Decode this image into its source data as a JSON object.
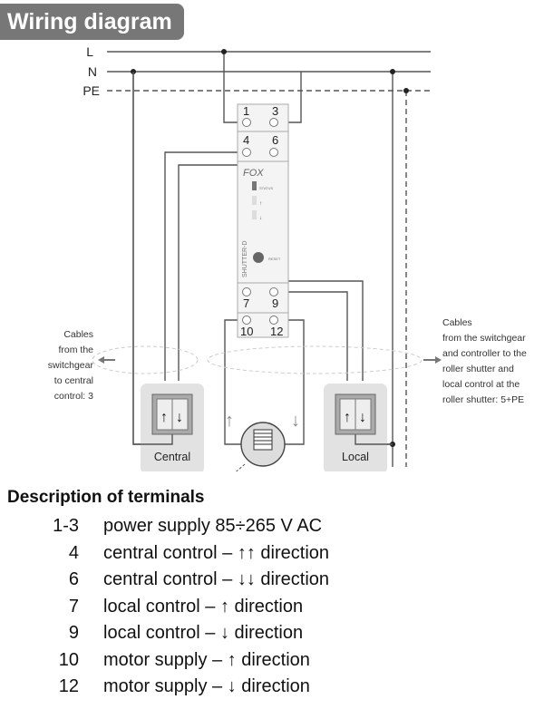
{
  "title": "Wiring diagram",
  "lines": {
    "L": "L",
    "N": "N",
    "PE": "PE"
  },
  "device": {
    "brand": "FOX",
    "model": "SHUTTER-D",
    "status": "STATUS",
    "reset": "RESET",
    "up_led": "↑",
    "down_led": "↓"
  },
  "terminals": [
    "1",
    "3",
    "4",
    "6",
    "7",
    "9",
    "10",
    "12"
  ],
  "left_note": [
    "Cables",
    "from the",
    "switchgear",
    "to central",
    "control: 3"
  ],
  "right_note": [
    "Cables",
    "from the switchgear",
    "and controller to the",
    "roller shutter and",
    "local control at the",
    "roller shutter: 5+PE"
  ],
  "central_label": "Central",
  "local_label": "Local",
  "description": {
    "heading": "Description of terminals",
    "rows": [
      {
        "num": "1-3",
        "text": "power supply 85÷265 V AC"
      },
      {
        "num": "4",
        "text": "central control – ↑↑ direction"
      },
      {
        "num": "6",
        "text": "central control – ↓↓ direction"
      },
      {
        "num": "7",
        "text": "local control – ↑ direction"
      },
      {
        "num": "9",
        "text": "local control – ↓ direction"
      },
      {
        "num": "10",
        "text": "motor supply – ↑ direction"
      },
      {
        "num": "12",
        "text": "motor supply – ↓ direction"
      }
    ]
  }
}
